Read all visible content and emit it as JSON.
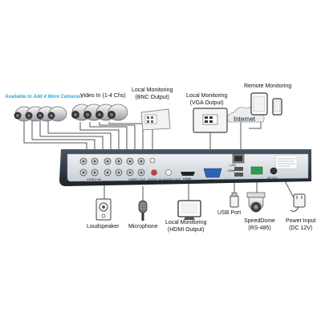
{
  "labels": {
    "available_cameras": "Available to Add 4 More Cameras!",
    "video_in": "Video In (1-4 Chs)",
    "bnc_monitor": [
      "Local Monitoring",
      "(BNC Output)"
    ],
    "vga_monitor": [
      "Local Monitoring",
      "(VGA Output)"
    ],
    "remote_monitor": "Remote Monitoring",
    "internet": "Internet",
    "loudspeaker": "Loudspeaker",
    "microphone": "Microphone",
    "hdmi_monitor": [
      "Local Monitoring",
      "(HDMI Output)"
    ],
    "usb_port": "USB Port",
    "speeddome": [
      "SpeedDome",
      "(RS-485)"
    ],
    "power_input": [
      "Power Input",
      "(DC 12V)"
    ]
  },
  "panel": {
    "lan": "LAN",
    "usb": "USB",
    "vga": "VGA",
    "hdmi": "HDMI",
    "video_out": "VIDEO OUT",
    "audio_in": "AUDIO IN",
    "audio_out": "AUDIO OUT",
    "video_in": "VIDEO IN",
    "dc12v": "DC12V"
  },
  "colors": {
    "accent": "#2ea7e0",
    "device_body": "#2b3440",
    "panel": "#dfe3e8",
    "line": "#555555"
  }
}
